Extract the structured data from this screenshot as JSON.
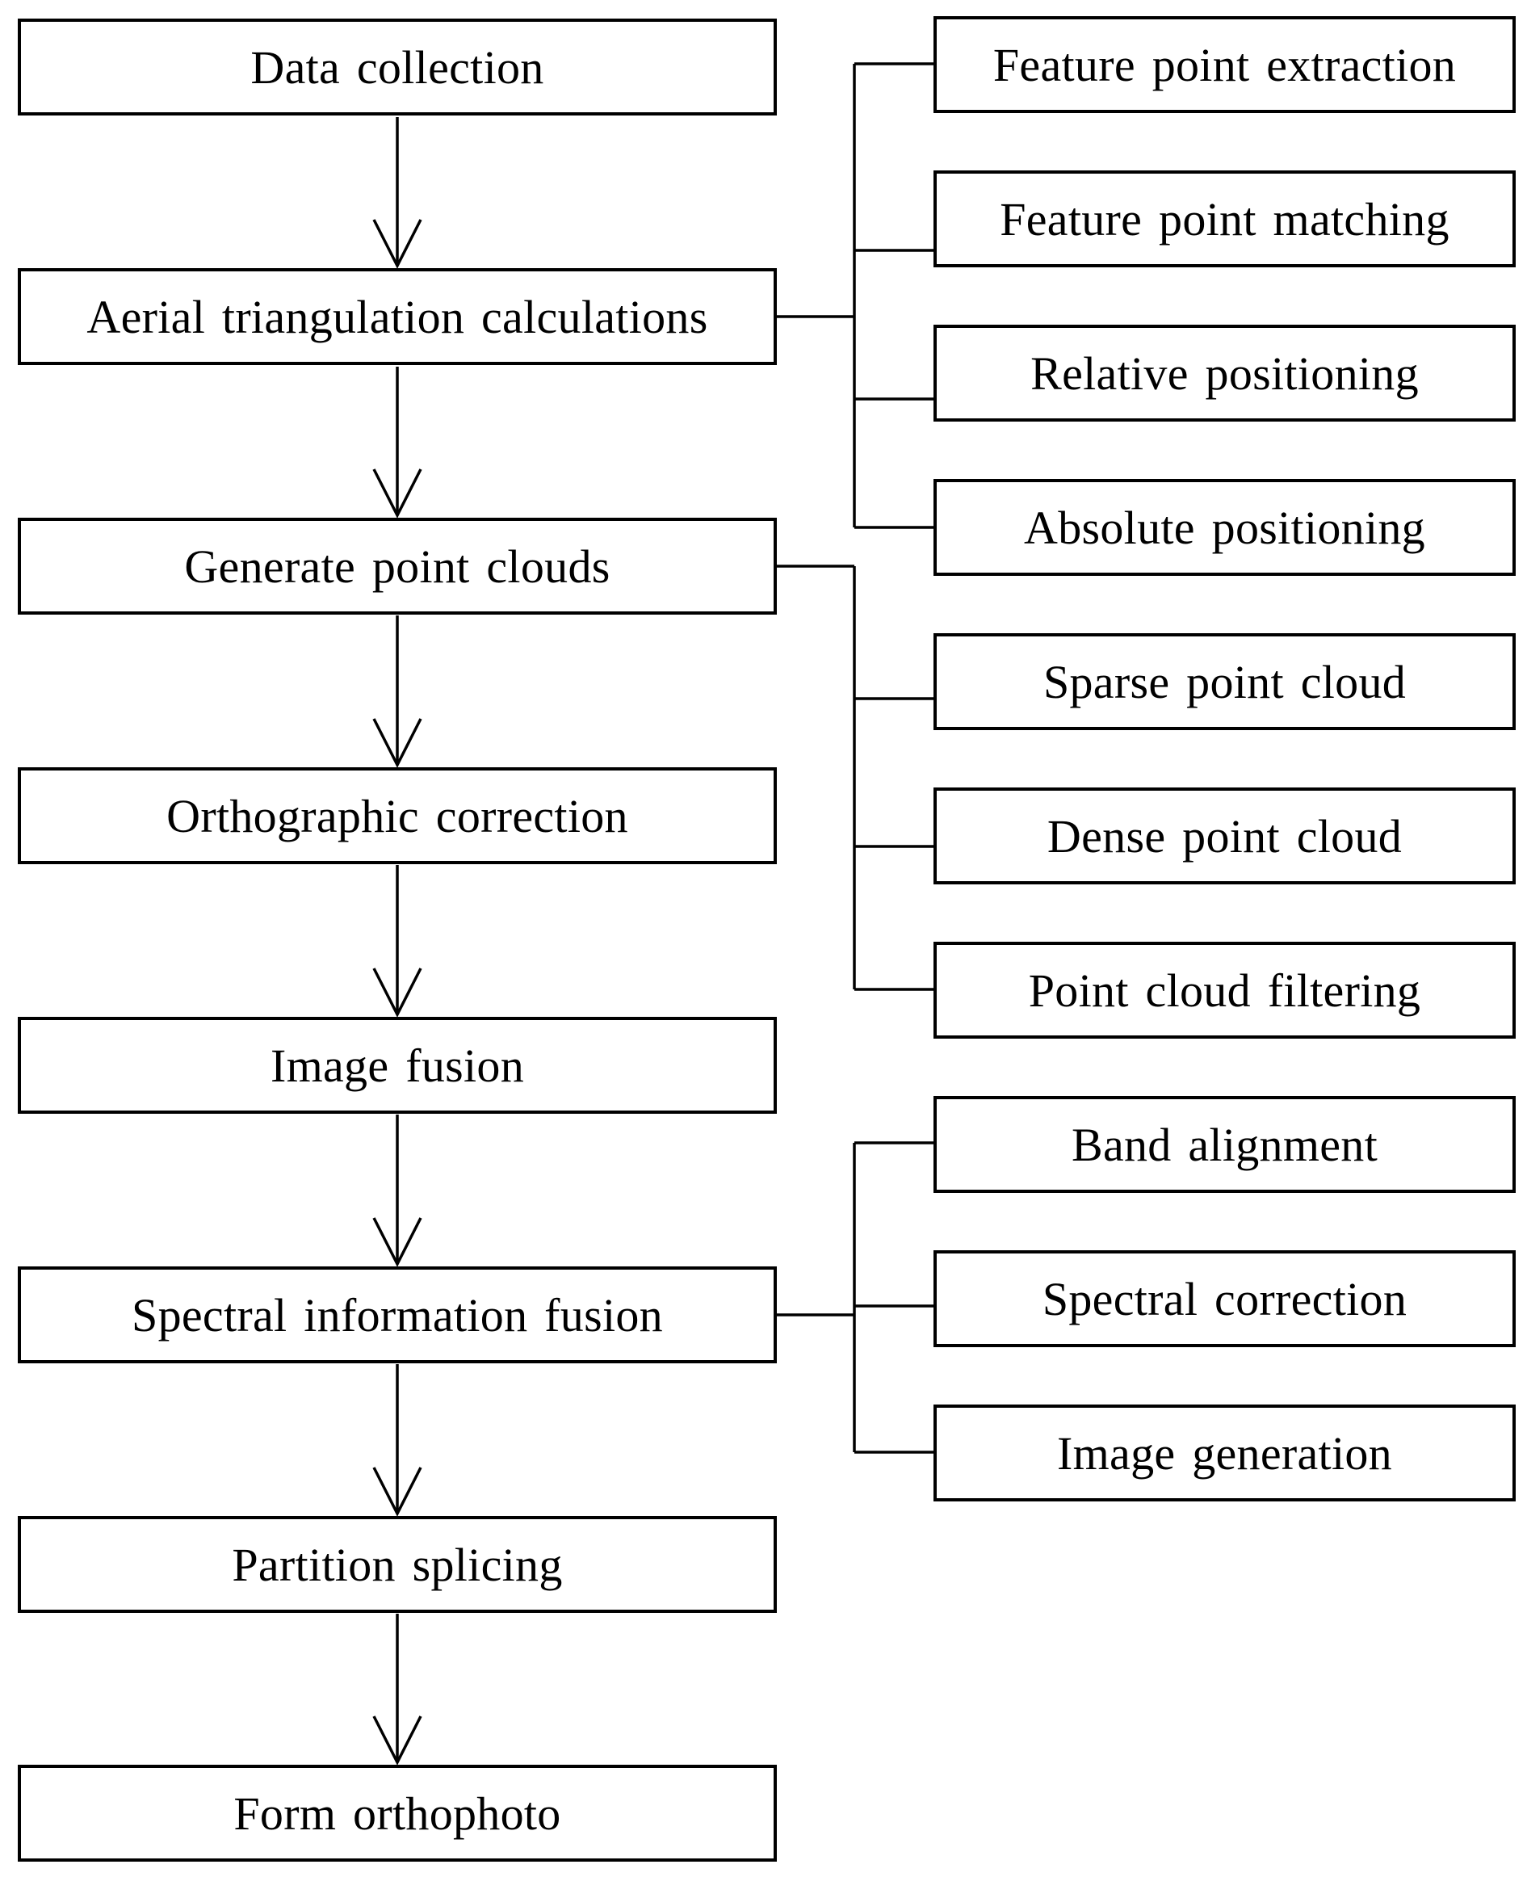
{
  "main_steps": [
    {
      "label": "Data collection"
    },
    {
      "label": "Aerial triangulation calculations"
    },
    {
      "label": "Generate point clouds"
    },
    {
      "label": "Orthographic correction"
    },
    {
      "label": "Image fusion"
    },
    {
      "label": "Spectral information fusion"
    },
    {
      "label": "Partition splicing"
    },
    {
      "label": "Form orthophoto"
    }
  ],
  "sub_groups": [
    {
      "parent": "Aerial triangulation calculations",
      "items": [
        {
          "label": "Feature point extraction"
        },
        {
          "label": "Feature point matching"
        },
        {
          "label": "Relative positioning"
        },
        {
          "label": "Absolute positioning"
        }
      ]
    },
    {
      "parent": "Generate point clouds",
      "items": [
        {
          "label": "Sparse point cloud"
        },
        {
          "label": "Dense point cloud"
        },
        {
          "label": "Point cloud filtering"
        }
      ]
    },
    {
      "parent": "Spectral information fusion",
      "items": [
        {
          "label": "Band alignment"
        },
        {
          "label": "Spectral correction"
        },
        {
          "label": "Image generation"
        }
      ]
    }
  ]
}
